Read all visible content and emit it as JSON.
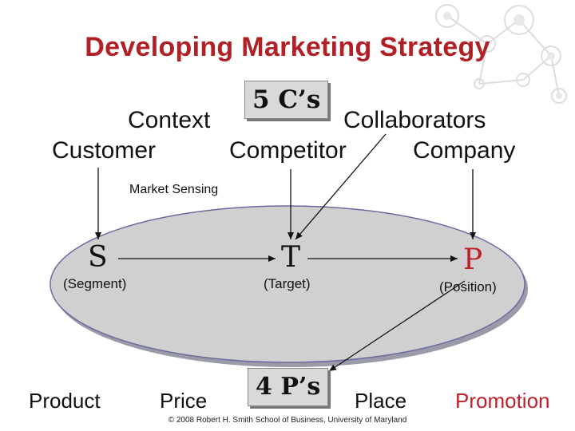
{
  "title": "Developing Marketing Strategy",
  "five_cs": {
    "box_label": "5 C’s",
    "context": "Context",
    "collaborators": "Collaborators",
    "customer": "Customer",
    "competitor": "Competitor",
    "company": "Company"
  },
  "market_sensing": "Market Sensing",
  "stp": {
    "s_letter": "S",
    "t_letter": "T",
    "p_letter": "P",
    "segment": "(Segment)",
    "target": "(Target)",
    "position": "(Position)"
  },
  "four_ps": {
    "box_label": "4 P’s",
    "product": "Product",
    "price": "Price",
    "place": "Place",
    "promotion": "Promotion"
  },
  "footer": "© 2008 Robert H. Smith School of Business, University of Maryland",
  "colors": {
    "title": "#b21f24",
    "position_letter": "#c0202a",
    "promotion": "#c0202a",
    "ellipse_fill": "#d0d0d0",
    "ellipse_edge": "#6a6aa0",
    "box_fill": "#d9d9d9"
  }
}
